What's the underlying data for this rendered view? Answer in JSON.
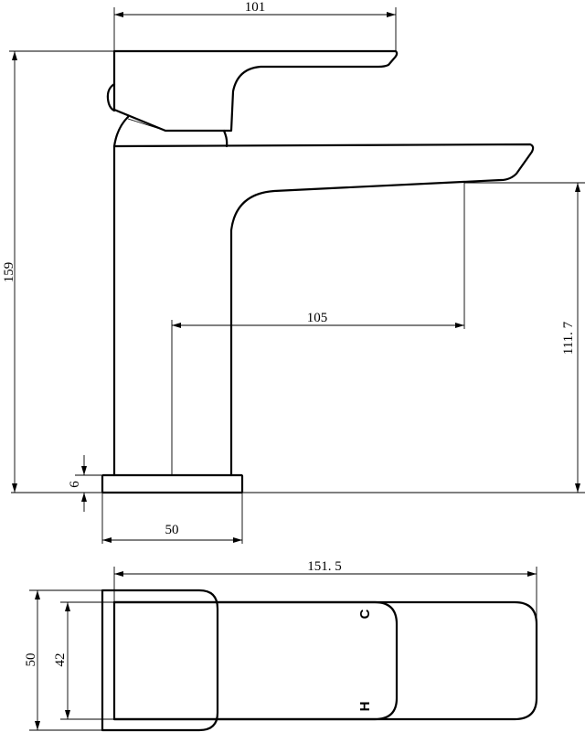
{
  "side_view": {
    "dimensions": {
      "handle_length": "101",
      "total_height": "159",
      "spout_height": "111. 7",
      "spout_reach": "105",
      "base_thickness": "6",
      "base_width": "50"
    }
  },
  "top_view": {
    "dimensions": {
      "overall_length": "151. 5",
      "outer_width": "50",
      "inner_width": "42"
    },
    "markings": {
      "cold": "C",
      "hot": "H"
    }
  }
}
